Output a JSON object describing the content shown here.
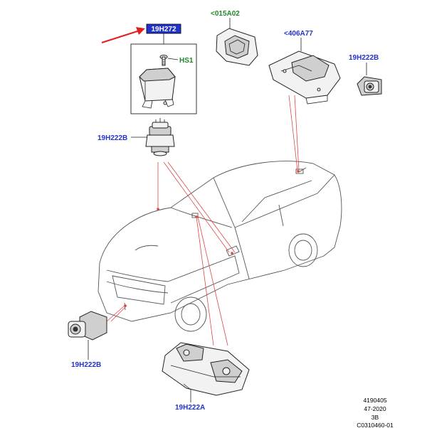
{
  "callouts": {
    "highlighted": "19H272",
    "hs1": "HS1",
    "left_mid": "19H222B",
    "top_mid": "<015A02",
    "top_right_mid": "<406A77",
    "top_right": "19H222B",
    "bottom_left": "19H222B",
    "bottom_mid": "19H222A"
  },
  "reference": {
    "line1": "4190405",
    "line2": "47-2020",
    "line3": "3B",
    "line4": "C0310460-01"
  },
  "colors": {
    "label_blue": "#2233cc",
    "label_green": "#1f8a2a",
    "highlight_box": "#2233cc",
    "arrow_red": "#e02020",
    "leader_red": "#e04545"
  }
}
